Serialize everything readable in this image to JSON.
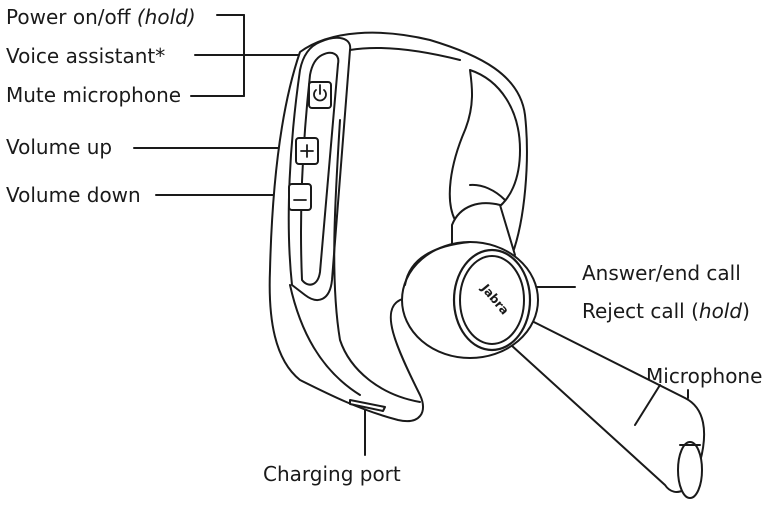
{
  "labels": {
    "power_main": "Power on/off ",
    "power_hold": "(hold)",
    "voice_assistant": "Voice assistant*",
    "mute_microphone": "Mute microphone",
    "volume_up": "Volume up",
    "volume_down": "Volume down",
    "answer_end_call": "Answer/end call",
    "reject_main": "Reject call (",
    "reject_hold": "hold",
    "reject_close": ")",
    "microphone": "Microphone",
    "charging_port": "Charging port"
  },
  "device": {
    "brand_logo": "Jabra",
    "power_icon": "power-icon",
    "plus_icon": "plus-icon",
    "minus_icon": "minus-icon"
  },
  "colors": {
    "line": "#1a1a1a",
    "fill": "#ffffff"
  }
}
